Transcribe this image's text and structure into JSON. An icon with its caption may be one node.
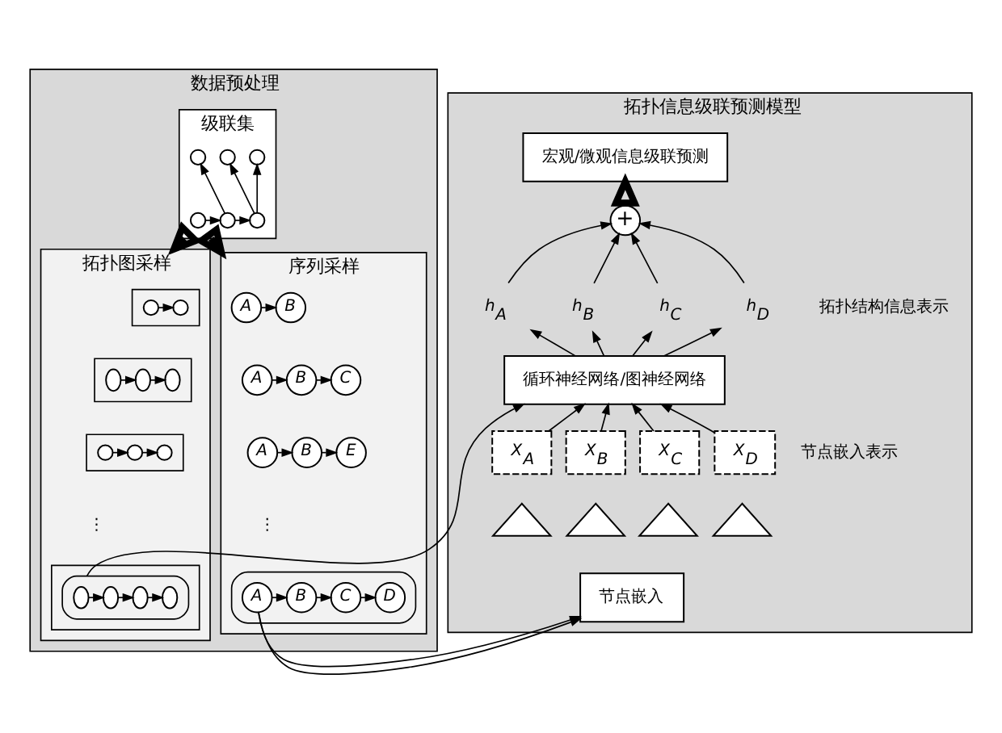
{
  "diagram": {
    "nodes": [
      {
        "text": [
          "数据预处理"
        ]
      },
      {
        "text": [
          "级联集"
        ],
        "in": 0
      },
      {
        "text": [],
        "shape": "circle",
        "in": 1
      },
      {
        "text": [],
        "shape": "circle",
        "in": 1
      },
      {
        "text": [],
        "shape": "circle",
        "in": 1
      },
      {
        "text": [],
        "shape": "circle",
        "in": 1
      },
      {
        "text": [],
        "shape": "circle",
        "in": 1
      },
      {
        "text": [],
        "shape": "circle",
        "in": 1
      },
      {
        "text": [
          "序列采样"
        ],
        "in": 0
      },
      {
        "text": [
          "A"
        ],
        "in": 8
      },
      {
        "text": [
          "B"
        ],
        "in": 8
      },
      {
        "text": [
          "A"
        ],
        "in": 8
      },
      {
        "text": [
          "B"
        ],
        "in": 8
      },
      {
        "text": [
          "C"
        ],
        "in": 8
      },
      {
        "text": [
          "A"
        ],
        "in": 8
      },
      {
        "text": [
          "B"
        ],
        "in": 8
      },
      {
        "text": [
          "E"
        ],
        "in": 8
      },
      {
        "text": [],
        "shape": "ellipse",
        "in": 8
      },
      {
        "text": [
          "A"
        ],
        "in": 17
      },
      {
        "text": [
          "B"
        ],
        "in": 17
      },
      {
        "text": [
          "C"
        ],
        "in": 17
      },
      {
        "text": [
          "D"
        ],
        "in": 17
      },
      {
        "text": [
          "拓扑图采样"
        ],
        "in": 0
      },
      {
        "text": [],
        "shape": "box",
        "in": 22
      },
      {
        "text": [],
        "shape": "circle",
        "in": 23
      },
      {
        "text": [],
        "shape": "circle",
        "in": 23
      },
      {
        "text": [],
        "shape": "box",
        "in": 22
      },
      {
        "text": [],
        "shape": "ellipse",
        "in": 26
      },
      {
        "text": [],
        "shape": "ellipse",
        "in": 26
      },
      {
        "text": [],
        "shape": "ellipse",
        "in": 26
      },
      {
        "text": [],
        "shape": "box",
        "in": 22
      },
      {
        "text": [],
        "shape": "circle",
        "in": 30
      },
      {
        "text": [],
        "shape": "circle",
        "in": 30
      },
      {
        "text": [],
        "shape": "circle",
        "in": 30
      },
      {
        "text": [],
        "shape": "box",
        "in": 22
      },
      {
        "text": [],
        "shape": "ellipse",
        "in": 34
      },
      {
        "text": [],
        "shape": "ellipse",
        "in": 35
      },
      {
        "text": [],
        "shape": "ellipse",
        "in": 35
      },
      {
        "text": [],
        "shape": "ellipse",
        "in": 35
      },
      {
        "text": [],
        "shape": "ellipse",
        "in": 35
      },
      {
        "text": [
          "拓扑信息级联预测模型"
        ]
      },
      {
        "text": [
          "宏观/微观信息级联预测"
        ],
        "in": 40
      },
      {
        "text": [
          "+"
        ],
        "in": 40
      },
      {
        "text": [
          "h$_{A}$"
        ],
        "in": 40
      },
      {
        "text": [
          "h$_{B}$"
        ],
        "in": 40
      },
      {
        "text": [
          "h$_{C}$"
        ],
        "in": 40
      },
      {
        "text": [
          "h$_{D}$"
        ],
        "in": 40
      },
      {
        "text": [
          "循环神经网络/图神经网络"
        ],
        "in": 40
      },
      {
        "text": [
          "X$_{A}$"
        ],
        "in": 40
      },
      {
        "text": [
          "X$_{B}$"
        ],
        "in": 40
      },
      {
        "text": [
          "X$_{C}$"
        ],
        "in": 40
      },
      {
        "text": [
          "X$_{D}$"
        ],
        "in": 40
      },
      {
        "text": [],
        "shape": "triangle",
        "in": 40
      },
      {
        "text": [],
        "shape": "triangle",
        "in": 40
      },
      {
        "text": [],
        "shape": "triangle",
        "in": 40
      },
      {
        "text": [],
        "shape": "triangle",
        "in": 40
      },
      {
        "text": [
          "节点嵌入"
        ],
        "in": 40
      }
    ],
    "edges": [
      {
        "from": 2,
        "to": 3,
        "arrow": "to"
      },
      {
        "from": 3,
        "to": 4,
        "arrow": "to"
      },
      {
        "from": 4,
        "to": 5,
        "arrow": "to"
      },
      {
        "from": 4,
        "to": 6,
        "arrow": "to"
      },
      {
        "from": 3,
        "to": 7,
        "arrow": "to"
      },
      {
        "from": 1,
        "to": 8,
        "arrow": "to",
        "style": "thick"
      },
      {
        "from": 1,
        "to": 22,
        "arrow": "to",
        "style": "thick"
      },
      {
        "from": 9,
        "to": 10,
        "arrow": "to"
      },
      {
        "from": 11,
        "to": 12,
        "arrow": "to"
      },
      {
        "from": 12,
        "to": 13,
        "arrow": "to"
      },
      {
        "from": 14,
        "to": 15,
        "arrow": "to"
      },
      {
        "from": 15,
        "to": 16,
        "arrow": "to"
      },
      {
        "from": 18,
        "to": 19,
        "arrow": "to"
      },
      {
        "from": 19,
        "to": 20,
        "arrow": "to"
      },
      {
        "from": 20,
        "to": 21,
        "arrow": "to"
      },
      {
        "from": 24,
        "to": 25,
        "arrow": "to"
      },
      {
        "from": 27,
        "to": 28,
        "arrow": "to"
      },
      {
        "from": 28,
        "to": 29,
        "arrow": "to"
      },
      {
        "from": 31,
        "to": 32,
        "arrow": "to"
      },
      {
        "from": 32,
        "to": 33,
        "arrow": "to"
      },
      {
        "from": 36,
        "to": 37,
        "arrow": "to"
      },
      {
        "from": 37,
        "to": 38,
        "arrow": "to"
      },
      {
        "from": 38,
        "to": 39,
        "arrow": "to"
      },
      {
        "from": 17,
        "to": 56,
        "arrow": "to"
      },
      {
        "from": 35,
        "to": 47,
        "arrow": "to"
      },
      {
        "from": 48,
        "to": 47,
        "arrow": "to"
      },
      {
        "from": 49,
        "to": 47,
        "arrow": "to"
      },
      {
        "from": 50,
        "to": 47,
        "arrow": "to"
      },
      {
        "from": 51,
        "to": 47,
        "arrow": "to"
      },
      {
        "from": 47,
        "to": 43,
        "arrow": "to"
      },
      {
        "from": 47,
        "to": 44,
        "arrow": "to"
      },
      {
        "from": 47,
        "to": 45,
        "arrow": "to"
      },
      {
        "from": 47,
        "to": 46,
        "arrow": "to"
      },
      {
        "from": 43,
        "to": 42,
        "arrow": "to"
      },
      {
        "from": 44,
        "to": 42,
        "arrow": "to"
      },
      {
        "from": 45,
        "to": 42,
        "arrow": "to"
      },
      {
        "from": 46,
        "to": 42,
        "arrow": "to"
      },
      {
        "from": 42,
        "to": 41,
        "arrow": "to",
        "style": "thick"
      }
    ],
    "labels": [
      "⋮",
      "⋮",
      "拓扑结构信息表示",
      "节点嵌入表示"
    ]
  }
}
